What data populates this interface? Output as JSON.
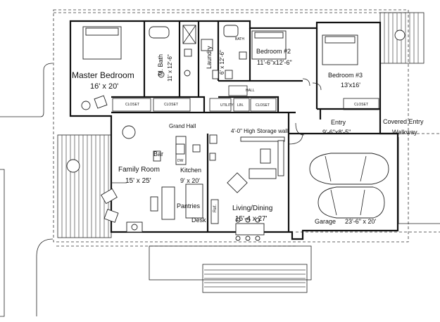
{
  "rooms": {
    "master_bedroom": {
      "name": "Master Bedroom",
      "size": "16' x 20'"
    },
    "master_bath": {
      "name": "M. Bath",
      "size": "11' x 12'-6\""
    },
    "laundry": {
      "name": "Laundry",
      "size": "6' x 12'-6\""
    },
    "bedroom2": {
      "name": "Bedroom #2",
      "size": "11'-6\"x12'-6\""
    },
    "bedroom3": {
      "name": "Bedroom #3",
      "size": "13'x16'"
    },
    "entry": {
      "name": "Entry",
      "size": "9'-6\"x8'-5\""
    },
    "covered_entry": {
      "name": "Covered Entry",
      "sub": "Walkway"
    },
    "grand_hall": {
      "name": "Grand Hall"
    },
    "storage_wall": {
      "name": "4'-0\" High Storage wall"
    },
    "bar": {
      "name": "Bar"
    },
    "family_room": {
      "name": "Family Room",
      "size": "15' x 25'"
    },
    "kitchen": {
      "name": "Kitchen",
      "size": "9' x 20'"
    },
    "pantries": {
      "name": "Pantries"
    },
    "desk": {
      "name": "Desk"
    },
    "living_dining": {
      "name": "Living/Dining",
      "size": "15'-4 x 27'"
    },
    "garage": {
      "name": "Garage",
      "size": "23'-6\" x 20'"
    }
  },
  "small_labels": {
    "closet": "CLOSET",
    "bath": "BATH",
    "hall": "HALL",
    "utility": "UTILITY",
    "lin": "LIN.",
    "dw": "DW",
    "ref": "Ref."
  }
}
